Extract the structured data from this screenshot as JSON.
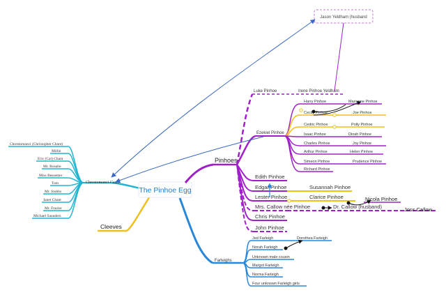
{
  "root": {
    "label": "The Pinhoe Egg"
  },
  "colors": {
    "cyan": "#1fb5d1",
    "purple": "#a020c8",
    "yellow": "#f0bf1a",
    "blue": "#2a86d8",
    "link": "#3a68c4",
    "note": "#c27bd0"
  },
  "left": {
    "castle": {
      "label": "Chrestomanci Castle",
      "members": [
        "Chrestomanci (Christopher Chant)",
        "Millie",
        "Eric (Cat) Chant",
        "Mr. Rosalie",
        "Miss Bessemer",
        "Tom",
        "Mr. Stubbs",
        "Janet Chant",
        "Mr. Frazier",
        "Michael Saunders"
      ]
    },
    "cleeves": {
      "label": "Cleeves"
    }
  },
  "pinhoes": {
    "label": "Pinhoes",
    "luke": "Luke Pinhoe",
    "irene": "Irene Pinhoe Yeldham",
    "jason": "Jason Yeldham (husband",
    "ezekiel": {
      "label": "Ezekiel Pinhoe",
      "children": [
        {
          "name": "Harry Pinhoe",
          "spouse": "Marianne Pinhoe"
        },
        {
          "name": "Cecily Pinhoe",
          "spouse": "Joe Pinhoe"
        },
        {
          "name": "Cedric Pinhoe",
          "spouse": "Polly Pinhoe"
        },
        {
          "name": "Isaac Pinhoe",
          "spouse": "Dinah Pinhoe"
        },
        {
          "name": "Charles Pinhoe",
          "spouse": "Joy Pinhoe"
        },
        {
          "name": "Arthur Pinhoe",
          "spouse": "Helen Pinhoe"
        },
        {
          "name": "Simeon Pinhoe",
          "spouse": "Prudence Pinhoe"
        },
        {
          "name": "Richard Pinhoe",
          "spouse": ""
        }
      ]
    },
    "others": [
      {
        "name": "Edith Pinhoe",
        "spouse": ""
      },
      {
        "name": "Edgar Pinhoe",
        "spouse": "Susannah Pinhoe"
      },
      {
        "name": "Lester Pinhoe",
        "spouse": "Clarice Pinhoe"
      },
      {
        "name": "Mrs. Callow née Pinhoe",
        "spouse": "Dr. Callow (husband)"
      },
      {
        "name": "Chris Pinhoe",
        "spouse": ""
      },
      {
        "name": "John Pinhoe",
        "spouse": ""
      }
    ],
    "nicola": "Nicola Pinhoe",
    "joss": "Joss Callow"
  },
  "farleighs": {
    "label": "Farleighs",
    "members": [
      {
        "name": "Jed Farleigh",
        "spouse": "Dorothea Farleigh"
      },
      {
        "name": "Norah Farleigh",
        "spouse": ""
      },
      {
        "name": "Unknown male cousin",
        "spouse": ""
      },
      {
        "name": "Margot Farleigh",
        "spouse": ""
      },
      {
        "name": "Norma Farleigh",
        "spouse": ""
      },
      {
        "name": "Four unknown Farleigh girls",
        "spouse": ""
      }
    ]
  }
}
